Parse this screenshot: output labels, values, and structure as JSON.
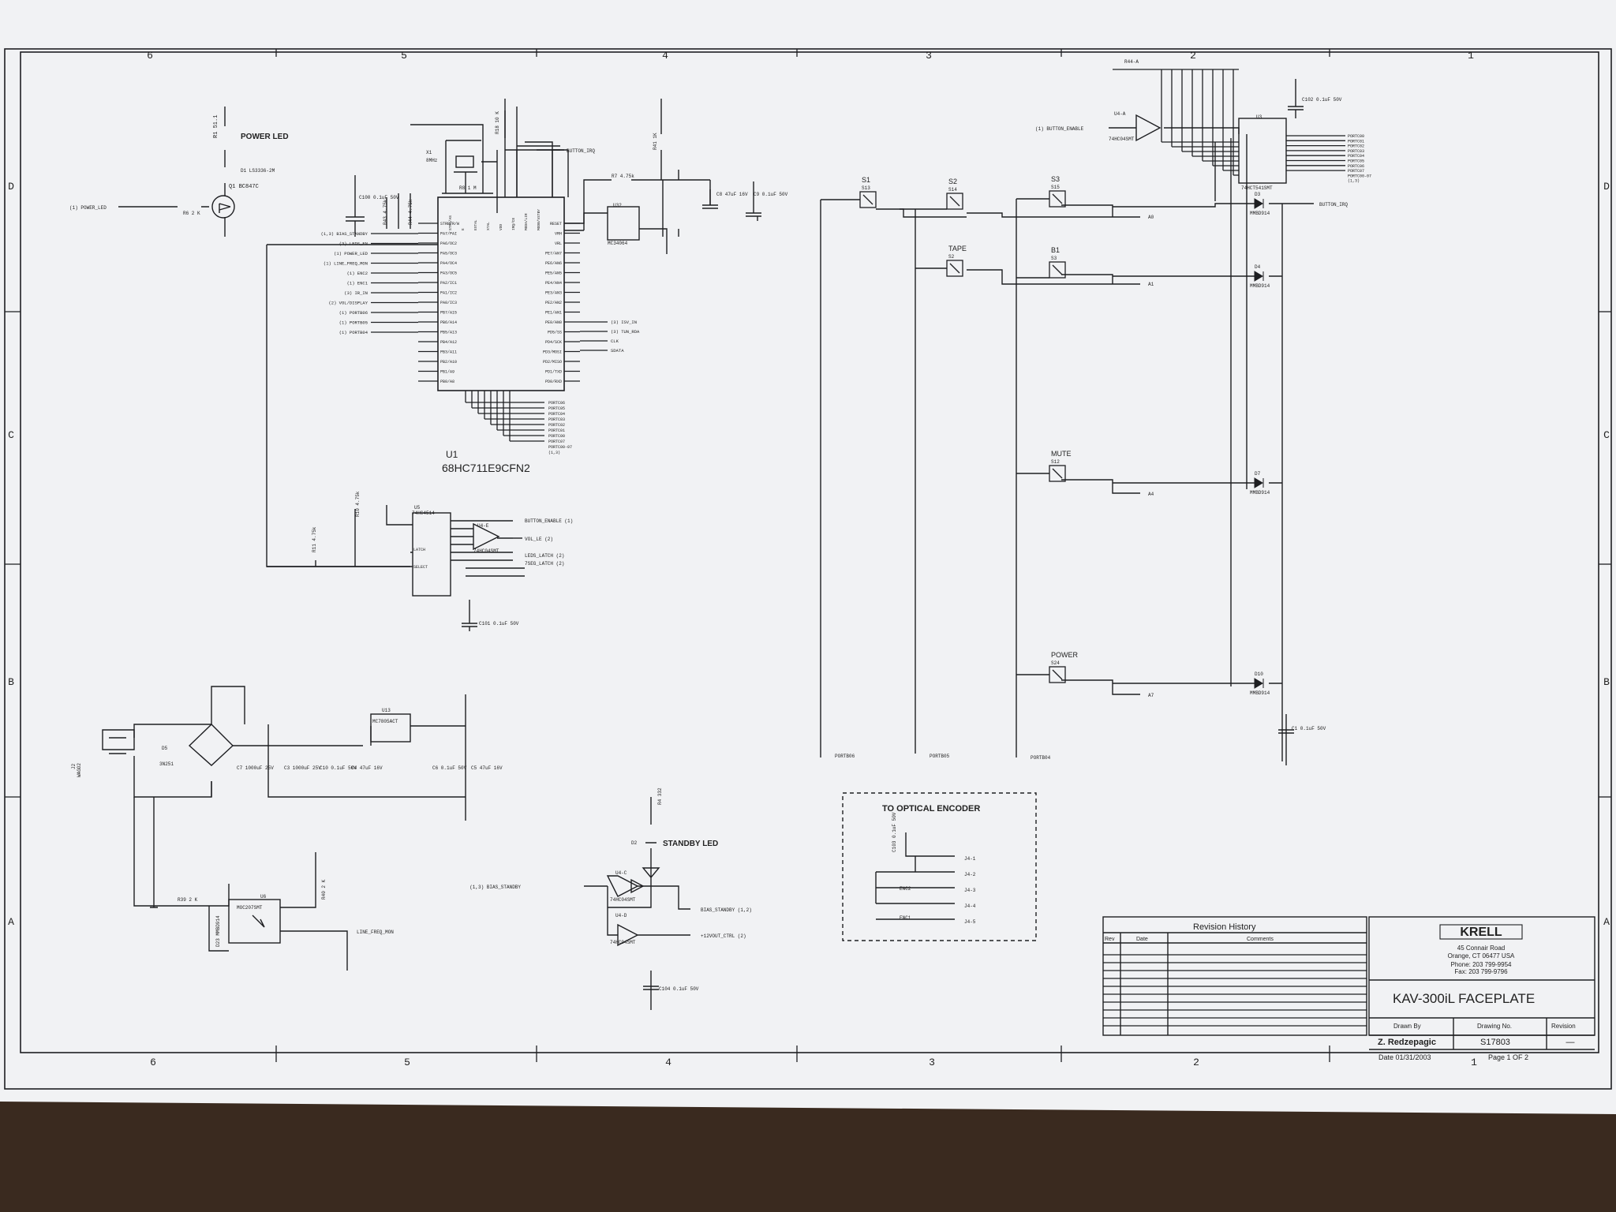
{
  "colors": {
    "paper": "#f1f2f4",
    "ink": "#1e1f22",
    "floor": "#3a2a1f"
  },
  "border": {
    "columns": [
      "6",
      "5",
      "4",
      "3",
      "2",
      "1"
    ],
    "rows": [
      "D",
      "C",
      "B",
      "A"
    ]
  },
  "mcu": {
    "ref": "U1",
    "part": "68HC711E9CFN2",
    "left_nets": [
      "(1,3) BIAS_STANDBY",
      "(3) LEDS_EN",
      "(1) POWER_LED",
      "(1) LINE_FREQ_MON",
      "(1) ENC2",
      "(1) ENC1",
      "(3) IR_IN",
      "(2) VOL/DISPLAY",
      "(1) PORTB06",
      "(1) PORTB05",
      "(1) PORTB04"
    ],
    "left_pins": [
      "STRB/R/W",
      "PA7/PAI",
      "PA6/OC2",
      "PA5/OC3",
      "PA4/OC4",
      "PA3/OC5",
      "PA2/IC1",
      "PA1/IC2",
      "PA0/IC3",
      "PB7/A15",
      "PB6/A14",
      "PB5/A13",
      "PB4/A12",
      "PB3/A11",
      "PB2/A10",
      "PB1/A9",
      "PB0/A8"
    ],
    "right_pins": [
      "RESET",
      "VRH",
      "VRL",
      "PE7/AN7",
      "PE6/AN6",
      "PE5/AN5",
      "PE4/AN4",
      "PE3/AN3",
      "PE2/AN2",
      "PE1/AN1",
      "PE0/AN0",
      "PD5/SS",
      "PD4/SCK",
      "PD3/MOSI",
      "PD2/MISO",
      "PD1/TXD",
      "PD0/RXD"
    ],
    "right_nets": [
      "(3) ISV_IN",
      "(3) TUN_RDA",
      "CLK",
      "SDATA"
    ],
    "top_pins": [
      "STRA/AS",
      "E",
      "EXTAL",
      "XTAL",
      "VDD",
      "IRQ/CE",
      "MODA/LIR",
      "MODB/VSTBY"
    ],
    "portc": [
      "PORTC06",
      "PORTC05",
      "PORTC04",
      "PORTC03",
      "PORTC02",
      "PORTC01",
      "PORTC00",
      "PORTC07",
      "PORTC00-07",
      "(1,3)"
    ]
  },
  "crystal": {
    "ref": "X1",
    "value": "8MHz"
  },
  "parts": {
    "r1": "R1 51.1",
    "d1": "D1 LS3336-2M",
    "q1": "Q1 BC847C",
    "r6": "R6 2 K",
    "r43": "R43 4.75k",
    "r44": "R44 4.75k",
    "r8": "R8 1 M",
    "r18": "R18 10 K",
    "r7": "R7 4.75k",
    "r41": "R41 1K",
    "c8": "C8 47uF 16V",
    "c9": "C9 0.1uF 50V",
    "c100": "C100 0.1uF 50V",
    "u32": "U32",
    "u32_part": "MC34064",
    "r10": "R10 4.75k",
    "r11": "R11 4.75k",
    "u5": "U5",
    "u5_part": "74HC4514",
    "u4e": "U4-E",
    "u4e_part": "74HC04SMT",
    "c101": "C101 0.1uF 50V",
    "u13": "U13",
    "u13_part": "MC7805ACT",
    "d5": "D5",
    "d5_part": "3N251",
    "j2": "J2",
    "j2_part": "WAGO2",
    "c7": "C7 1000uF 25V",
    "c3": "C3 1000uF 25V",
    "c10": "C10 0.1uF 50V",
    "c4": "C4 47uF 16V",
    "c6": "C6 0.1uF 50V",
    "c5": "C5 47uF 16V",
    "r39": "R39 2 K",
    "d23": "D23 MMBD914",
    "u6": "U6",
    "u6_part": "MOC207SMT",
    "r40": "R40 2 K",
    "r4": "R4 332",
    "d2": "D2",
    "u4c": "U4-C",
    "u4d": "U4-D",
    "u4_part": "74HC04SMT",
    "c104": "C104 0.1uF 50V",
    "u4a": "U4-A",
    "u4a_part": "74HC04SMT",
    "r44a": "R44-A",
    "u3": "U3",
    "u3_part": "74HCT541SMT",
    "c102": "C102 0.1uF 50V",
    "c1": "C1 0.1uF 50V",
    "c103": "C103 0.1uF 50V",
    "diode": "MMBD914"
  },
  "nets": {
    "button_irq": "BUTTON_IRQ",
    "power_led_in": "(1) POWER_LED",
    "button_enable": "BUTTON_ENABLE (1)",
    "vol_le": "VOL_LE (2)",
    "leds_latch": "LEDS_LATCH (2)",
    "seg_latch": "7SEG_LATCH (2)",
    "line_freq_mon": "LINE_FREQ_MON",
    "bias_standby_in": "(1,3) BIAS_STANDBY",
    "bias_standby_out": "BIAS_STANDBY (1,2)",
    "v12out": "+12VOUT_CTRL (2)",
    "button_enable_in": "(1) BUTTON_ENABLE",
    "button_irq_out": "BUTTON_IRQ",
    "a0": "A0",
    "a1": "A1",
    "a4": "A4",
    "a7": "A7",
    "portb06": "PORTB06",
    "portb05": "PORTB05",
    "portb04": "PORTB04",
    "enc2": "ENC2",
    "enc1": "ENC1",
    "latch": "LATCH",
    "select": "SELECT"
  },
  "labels": {
    "power_led": "POWER LED",
    "standby_led": "STANDBY LED",
    "sw_s1": "S1",
    "sw_s2": "S2",
    "sw_s3": "S3",
    "sw_tape": "TAPE",
    "sw_tape2": "S2",
    "sw_b1": "B1",
    "sw_b1b": "S3",
    "sw_mute": "MUTE",
    "sw_power": "POWER",
    "s13": "S13",
    "s14": "S14",
    "s15": "S15",
    "s12": "S12",
    "s24": "S24",
    "d3": "D3",
    "d4": "D4",
    "d7": "D7",
    "d10": "D10"
  },
  "u3_outputs": [
    "PORTC00",
    "PORTC01",
    "PORTC02",
    "PORTC03",
    "PORTC04",
    "PORTC05",
    "PORTC06",
    "PORTC07",
    "PORTC00-07",
    "(1,3)"
  ],
  "encoder": {
    "title": "TO OPTICAL ENCODER",
    "pins": [
      "J4-1",
      "J4-2",
      "J4-3",
      "J4-4",
      "J4-5"
    ]
  },
  "title_block": {
    "revision_title": "Revision History",
    "rev": "Rev",
    "date": "Date",
    "comments": "Comments",
    "company": "KRELL",
    "address1": "45 Connair Road",
    "address2": "Orange, CT 06477  USA",
    "phone": "Phone: 203 799-9954",
    "fax": "Fax: 203 799-9796",
    "drawing_title": "KAV-300iL FACEPLATE",
    "drawn_by_label": "Drawn By",
    "drawn_by": "Z. Redzepagic",
    "drawing_no_label": "Drawing No.",
    "drawing_no": "S17803",
    "revision_label": "Revision",
    "revision": "—",
    "date_label": "Date 01/31/2003",
    "page": "Page  1 OF 2"
  }
}
